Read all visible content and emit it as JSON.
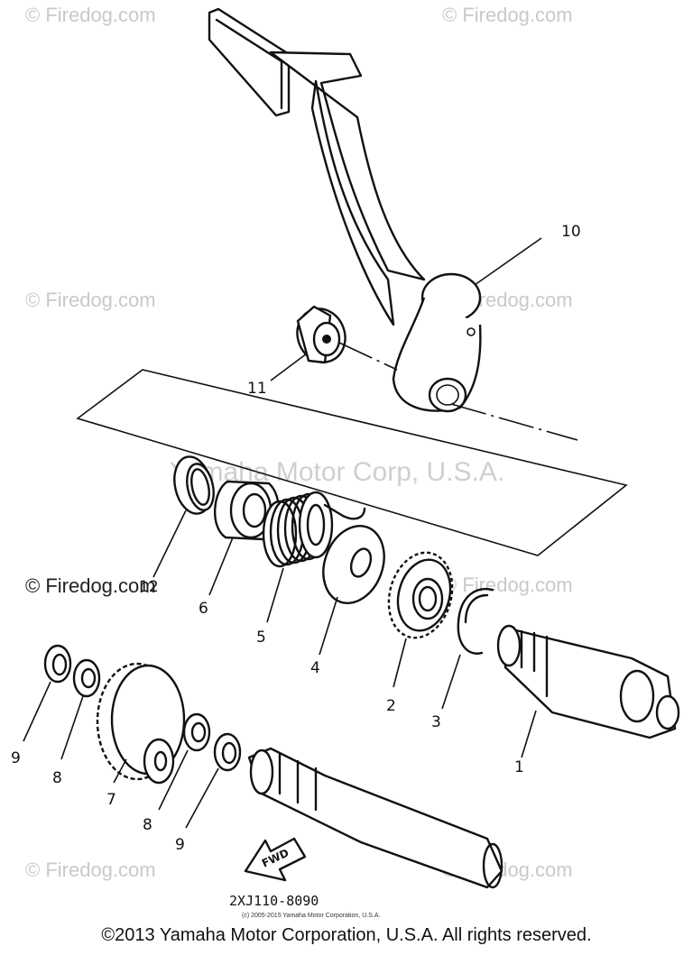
{
  "watermarks": [
    "© Firedog.com",
    "© Firedog.com",
    "© Firedog.com",
    "© Firedog.com",
    "© Firedog.com",
    "© Firedog.com",
    "© Firedog.com",
    "© Firedog.com"
  ],
  "center_watermark": "Yamaha Motor Corp, U.S.A.",
  "highlight_watermark": "© Firedog.com",
  "part_labels": [
    "10",
    "11",
    "12",
    "6",
    "5",
    "4",
    "2",
    "3",
    "1",
    "9",
    "8",
    "7",
    "8",
    "9"
  ],
  "arrow_label": "FWD",
  "diagram_code": "2XJ110-8090",
  "small_copyright": "(c) 2005-2015 Yamaha Motor Corporation, U.S.A.",
  "footer_copyright": "©2013 Yamaha Motor Corporation, U.S.A. All rights reserved."
}
